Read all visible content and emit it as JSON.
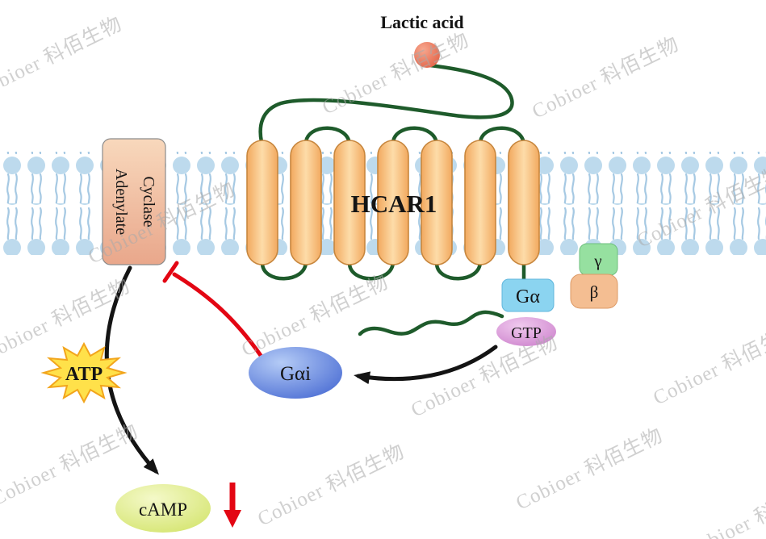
{
  "watermark": {
    "text": "Cobioer 科佰生物"
  },
  "labels": {
    "ligand": "Lactic acid",
    "receptor": "HCAR1",
    "enzyme_line1": "Adenylate",
    "enzyme_line2": "Cyclase",
    "g_alpha": "Gα",
    "gtp": "GTP",
    "gamma": "γ",
    "beta": "β",
    "g_alpha_i": "Gαi",
    "atp": "ATP",
    "camp": "cAMP"
  },
  "colors": {
    "membrane_head": "#BDDAED",
    "membrane_tail": "#A6C9E3",
    "helix_fill": "#F9C992",
    "helix_border": "#C8873E",
    "loop_green": "#1E5B2B",
    "ligand_red": "#E66A4E",
    "enzyme_fill": "#F3C4A4",
    "g_alpha_blue": "#8BD4F0",
    "gtp_pink": "#D795D6",
    "gamma_green": "#96E0A0",
    "beta_orange": "#F4BE92",
    "gai_blue": "#4A6FD8",
    "atp_yellow": "#FFE14A",
    "atp_outline": "#F2A51C",
    "atp_text_green": "#18A22C",
    "camp_fill": "#DEED8C",
    "inhibit_red": "#E30613",
    "arrow_black": "#141414"
  }
}
